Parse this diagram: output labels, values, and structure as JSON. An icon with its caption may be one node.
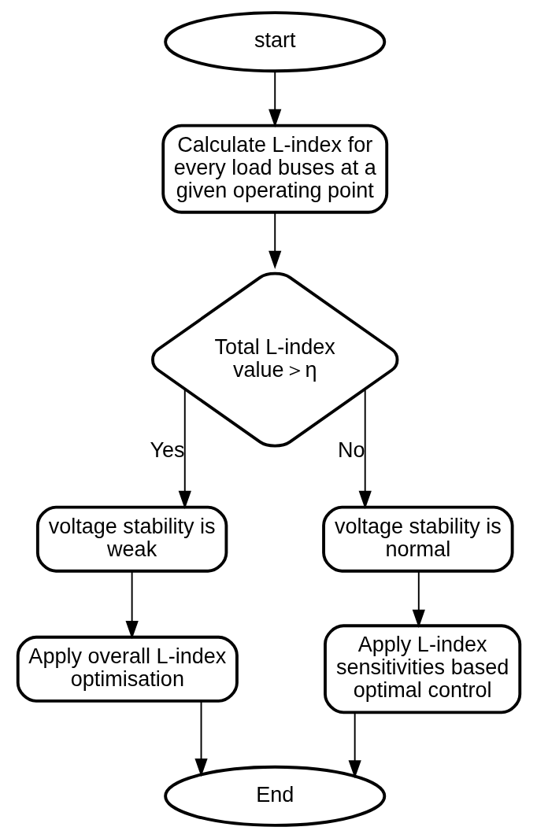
{
  "diagram": {
    "nodes": [
      {
        "text": [
          "start"
        ]
      },
      {
        "text": [
          "Calculate L-index for every load buses at a given operating point"
        ]
      },
      {
        "text": [
          "Total L-index value＞η"
        ]
      },
      {
        "text": [
          "voltage stability is weak"
        ]
      },
      {
        "text": [
          "voltage stability is normal"
        ]
      },
      {
        "text": [
          "Apply overall L-index optimisation"
        ]
      },
      {
        "text": [
          "Apply L-index sensitivities based optimal control"
        ]
      },
      {
        "text": [
          "End"
        ]
      }
    ],
    "edges": [
      {
        "from": 0,
        "to": 1,
        "arrow": "to"
      },
      {
        "from": 1,
        "to": 2,
        "arrow": "to"
      },
      {
        "from": 2,
        "to": 3,
        "arrow": "to",
        "label": "Yes"
      },
      {
        "from": 2,
        "to": 4,
        "arrow": "to",
        "label": "No"
      },
      {
        "from": 3,
        "to": 5,
        "arrow": "to"
      },
      {
        "from": 4,
        "to": 6,
        "arrow": "to"
      },
      {
        "from": 5,
        "to": 7,
        "arrow": "to"
      },
      {
        "from": 6,
        "to": 7,
        "arrow": "to"
      }
    ]
  }
}
